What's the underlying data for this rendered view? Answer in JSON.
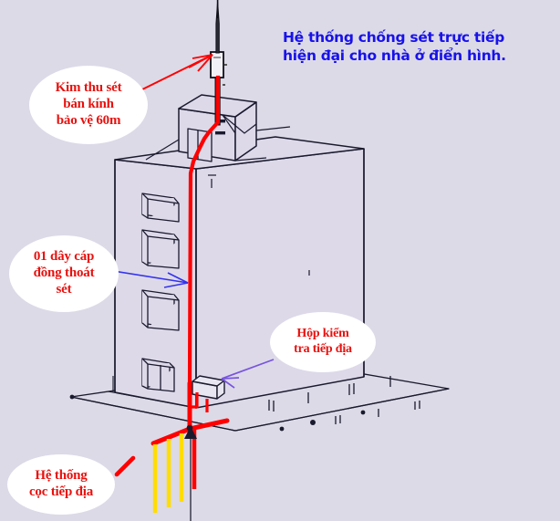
{
  "background_color": "#dcdae7",
  "title": {
    "line1": "Hệ thống chống sét  trực tiếp",
    "line2": "hiện đại cho nhà ở điển hình.",
    "color": "#1812ea"
  },
  "callouts": [
    {
      "id": "lightning-rod",
      "line1": "Kim thu sét",
      "line2": "bán kính",
      "line3": "bảo vệ 60m",
      "color": "#e8110e",
      "pointer_color": "#ff0000",
      "pointer_target": "air-terminal-tip"
    },
    {
      "id": "copper-cable",
      "line1": "01 dây cáp",
      "line2": "đồng thoát",
      "line3": "sét",
      "color": "#e8110e",
      "pointer_color": "#3333ee",
      "pointer_target": "down-conductor"
    },
    {
      "id": "test-box",
      "line1": "Hộp kiểm",
      "line2": "tra tiếp địa",
      "line3": "",
      "color": "#e8110e",
      "pointer_color": "#7755dd",
      "pointer_target": "earth-test-box"
    },
    {
      "id": "ground-rods",
      "line1": "Hệ thống",
      "line2": "cọc tiếp địa",
      "line3": "",
      "color": "#e8110e",
      "pointer_color": "#ff0000",
      "pointer_target": "ground-rod-array"
    }
  ],
  "diagram": {
    "type": "technical-isometric-drawing",
    "subject": "modern direct lightning protection system for a typical house",
    "line_color": "#1a1a2e",
    "conductor_color": "#ff0000",
    "ground_rod_colors": [
      "#ffdd00",
      "#ffdd00",
      "#ffdd00",
      "#ff0000"
    ],
    "ground_rod_count": 4,
    "window_count": 4,
    "components": [
      "air-terminal-needle",
      "ese-device-housing",
      "mast",
      "roof-penthouse",
      "building-block",
      "down-conductor",
      "earth-test-box",
      "ground-ring-conductor",
      "ground-rod-array",
      "site-ground-plane"
    ]
  }
}
